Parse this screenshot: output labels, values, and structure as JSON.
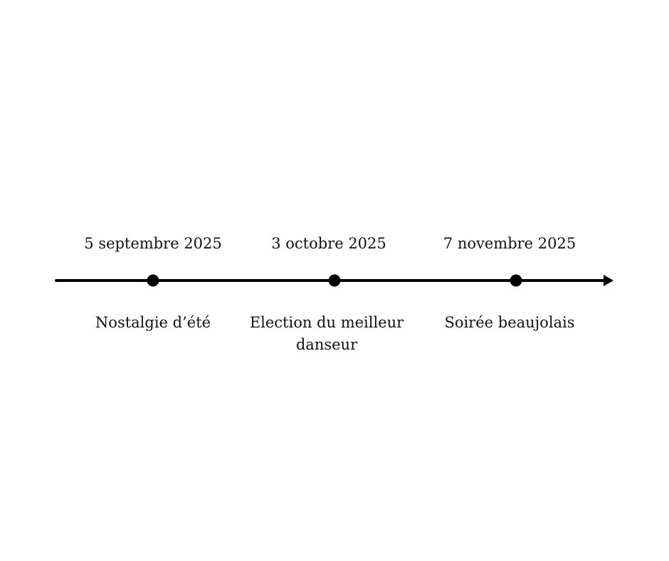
{
  "colors": {
    "line": "#000000",
    "text": "#111111",
    "background": "#ffffff"
  },
  "timeline": {
    "events": [
      {
        "date": "5 septembre 2025",
        "label": "Nostalgie d’été"
      },
      {
        "date": "3 octobre 2025",
        "label": "Election du meilleur danseur"
      },
      {
        "date": "7 novembre 2025",
        "label": "Soirée beaujolais"
      }
    ]
  }
}
